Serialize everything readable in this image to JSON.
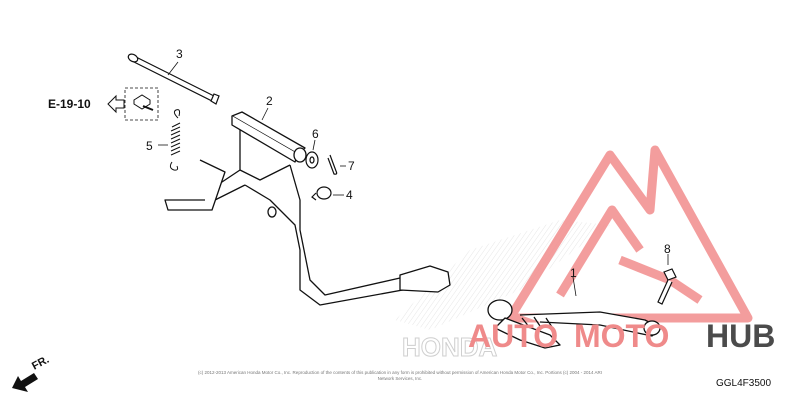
{
  "reference": {
    "label": "E-19-10"
  },
  "callouts": [
    "1",
    "2",
    "3",
    "4",
    "5",
    "6",
    "7",
    "8"
  ],
  "front_indicator": "FR.",
  "copyright": "(c) 2012-2013 American Honda Motor Co., Inc. Reproduction of the contents of this publication in any form is prohibited without permission of American Honda Motor Co., Inc. Portions (c) 2004 - 2014 ARI Network Services, Inc.",
  "diagram_code": "GGL4F3500",
  "watermark": {
    "text_a": "AUTO",
    "text_b": "MOTO",
    "text_c": "HUB",
    "accent_color": "#ef8a8a",
    "dark_color": "#4b4b4b"
  },
  "background_brand": "HONDA",
  "colors": {
    "line": "#111111",
    "watermark_red": "#ef8a8a"
  }
}
